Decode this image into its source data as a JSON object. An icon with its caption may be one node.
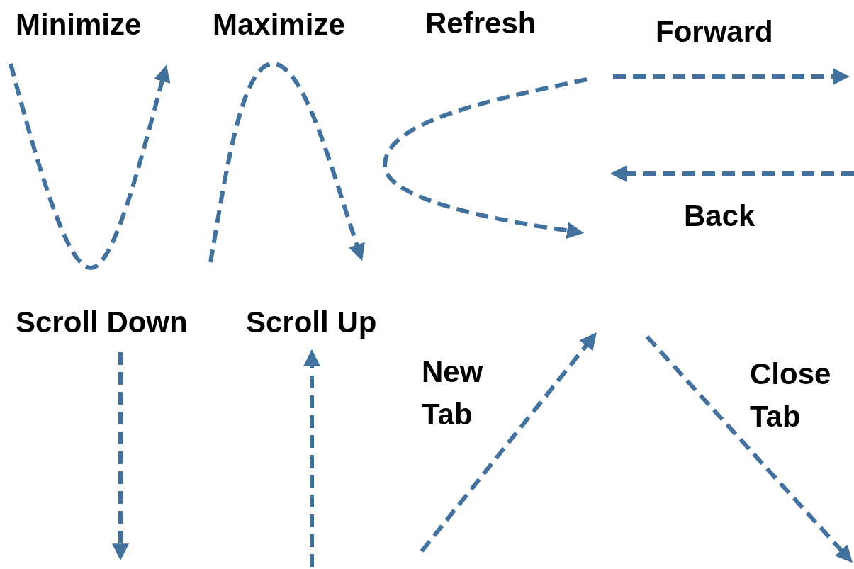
{
  "diagram": {
    "labels": [
      "Minimize",
      "Maximize",
      "Refresh",
      "Forward",
      "Back",
      "Scroll Down",
      "Scroll Up",
      "New Tab",
      "Close Tab"
    ]
  }
}
